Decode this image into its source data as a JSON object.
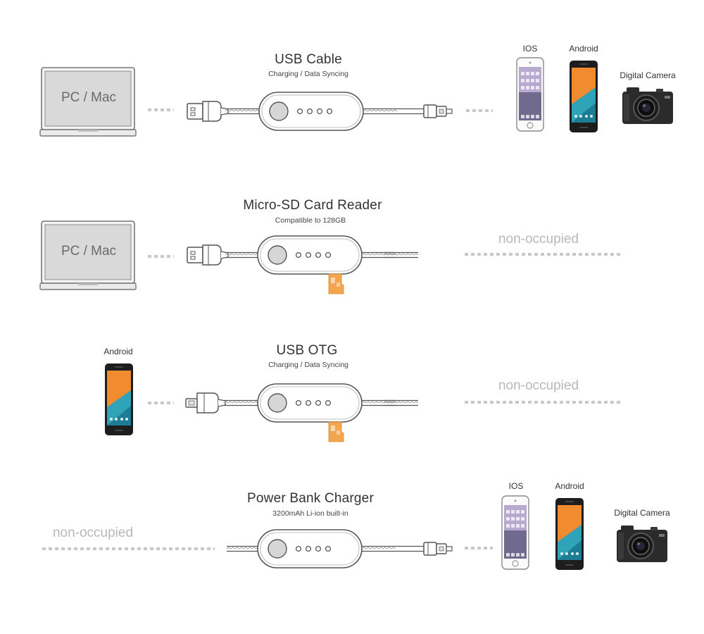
{
  "colors": {
    "line": "#555555",
    "dots": "#c8c8c8",
    "laptop_fill": "#dadada",
    "laptop_outline": "#777777",
    "sd_card": "#f2a54a",
    "android_screen": "#ec5b3a",
    "camera": "#2a2a2a"
  },
  "rows": [
    {
      "title": "USB Cable",
      "subtitle": "Charging / Data Syncing",
      "left": {
        "type": "laptop",
        "label": "PC / Mac"
      },
      "right": {
        "type": "devices",
        "devices": [
          {
            "label": "IOS",
            "icon": "iphone-icon"
          },
          {
            "label": "Android",
            "icon": "android-phone-icon"
          },
          {
            "label": "Digital Camera",
            "icon": "camera-icon"
          }
        ]
      }
    },
    {
      "title": "Micro-SD Card Reader",
      "subtitle": "Compatible to 128GB",
      "left": {
        "type": "laptop",
        "label": "PC / Mac"
      },
      "right": {
        "type": "text",
        "label": "non-occupied"
      }
    },
    {
      "title": "USB OTG",
      "subtitle": "Charging / Data Syncing",
      "left": {
        "type": "phone",
        "label": "Android",
        "icon": "android-phone-icon"
      },
      "right": {
        "type": "text",
        "label": "non-occupied"
      }
    },
    {
      "title": "Power Bank Charger",
      "subtitle": "3200mAh Li-ion built-in",
      "left": {
        "type": "text",
        "label": "non-occupied"
      },
      "right": {
        "type": "devices",
        "devices": [
          {
            "label": "IOS",
            "icon": "iphone-icon"
          },
          {
            "label": "Android",
            "icon": "android-phone-icon"
          },
          {
            "label": "Digital Camera",
            "icon": "camera-icon"
          }
        ]
      }
    }
  ]
}
